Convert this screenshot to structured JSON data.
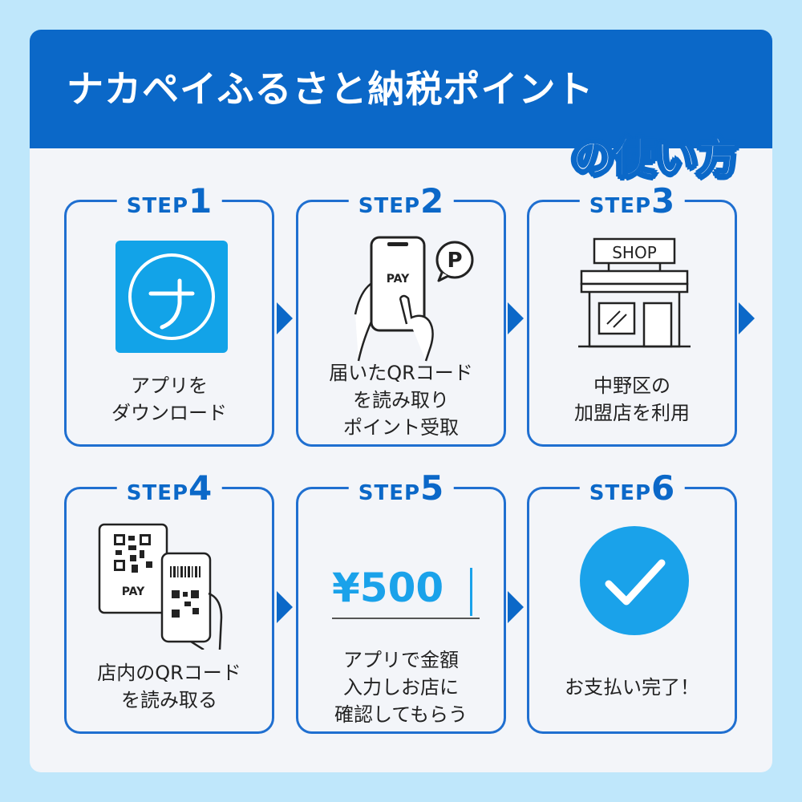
{
  "title": {
    "line1": "ナカペイふるさと納税ポイント",
    "line2": "の使い方"
  },
  "steps": [
    {
      "word": "STEP",
      "num": "1",
      "text": "アプリを\nダウンロード",
      "icon": "app-icon"
    },
    {
      "word": "STEP",
      "num": "2",
      "text": "届いたQRコード\nを読み取り\nポイント受取",
      "icon": "phone-scan-icon",
      "pay_label": "PAY",
      "point_label": "P"
    },
    {
      "word": "STEP",
      "num": "3",
      "text": "中野区の\n加盟店を利用",
      "icon": "shop-icon",
      "sign": "SHOP"
    },
    {
      "word": "STEP",
      "num": "4",
      "text": "店内のQRコード\nを読み取る",
      "icon": "qr-scan-icon",
      "pay_label": "PAY"
    },
    {
      "word": "STEP",
      "num": "5",
      "text": "アプリで金額\n入力しお店に\n確認してもらう",
      "icon": "amount-input",
      "amount": "¥500"
    },
    {
      "word": "STEP",
      "num": "6",
      "text": "お支払い完了！",
      "icon": "check-icon"
    }
  ],
  "colors": {
    "background": "#bfe7fb",
    "banner": "#0b68c8",
    "step_border": "#1f6fd0",
    "accent_light": "#1aa2ea"
  }
}
